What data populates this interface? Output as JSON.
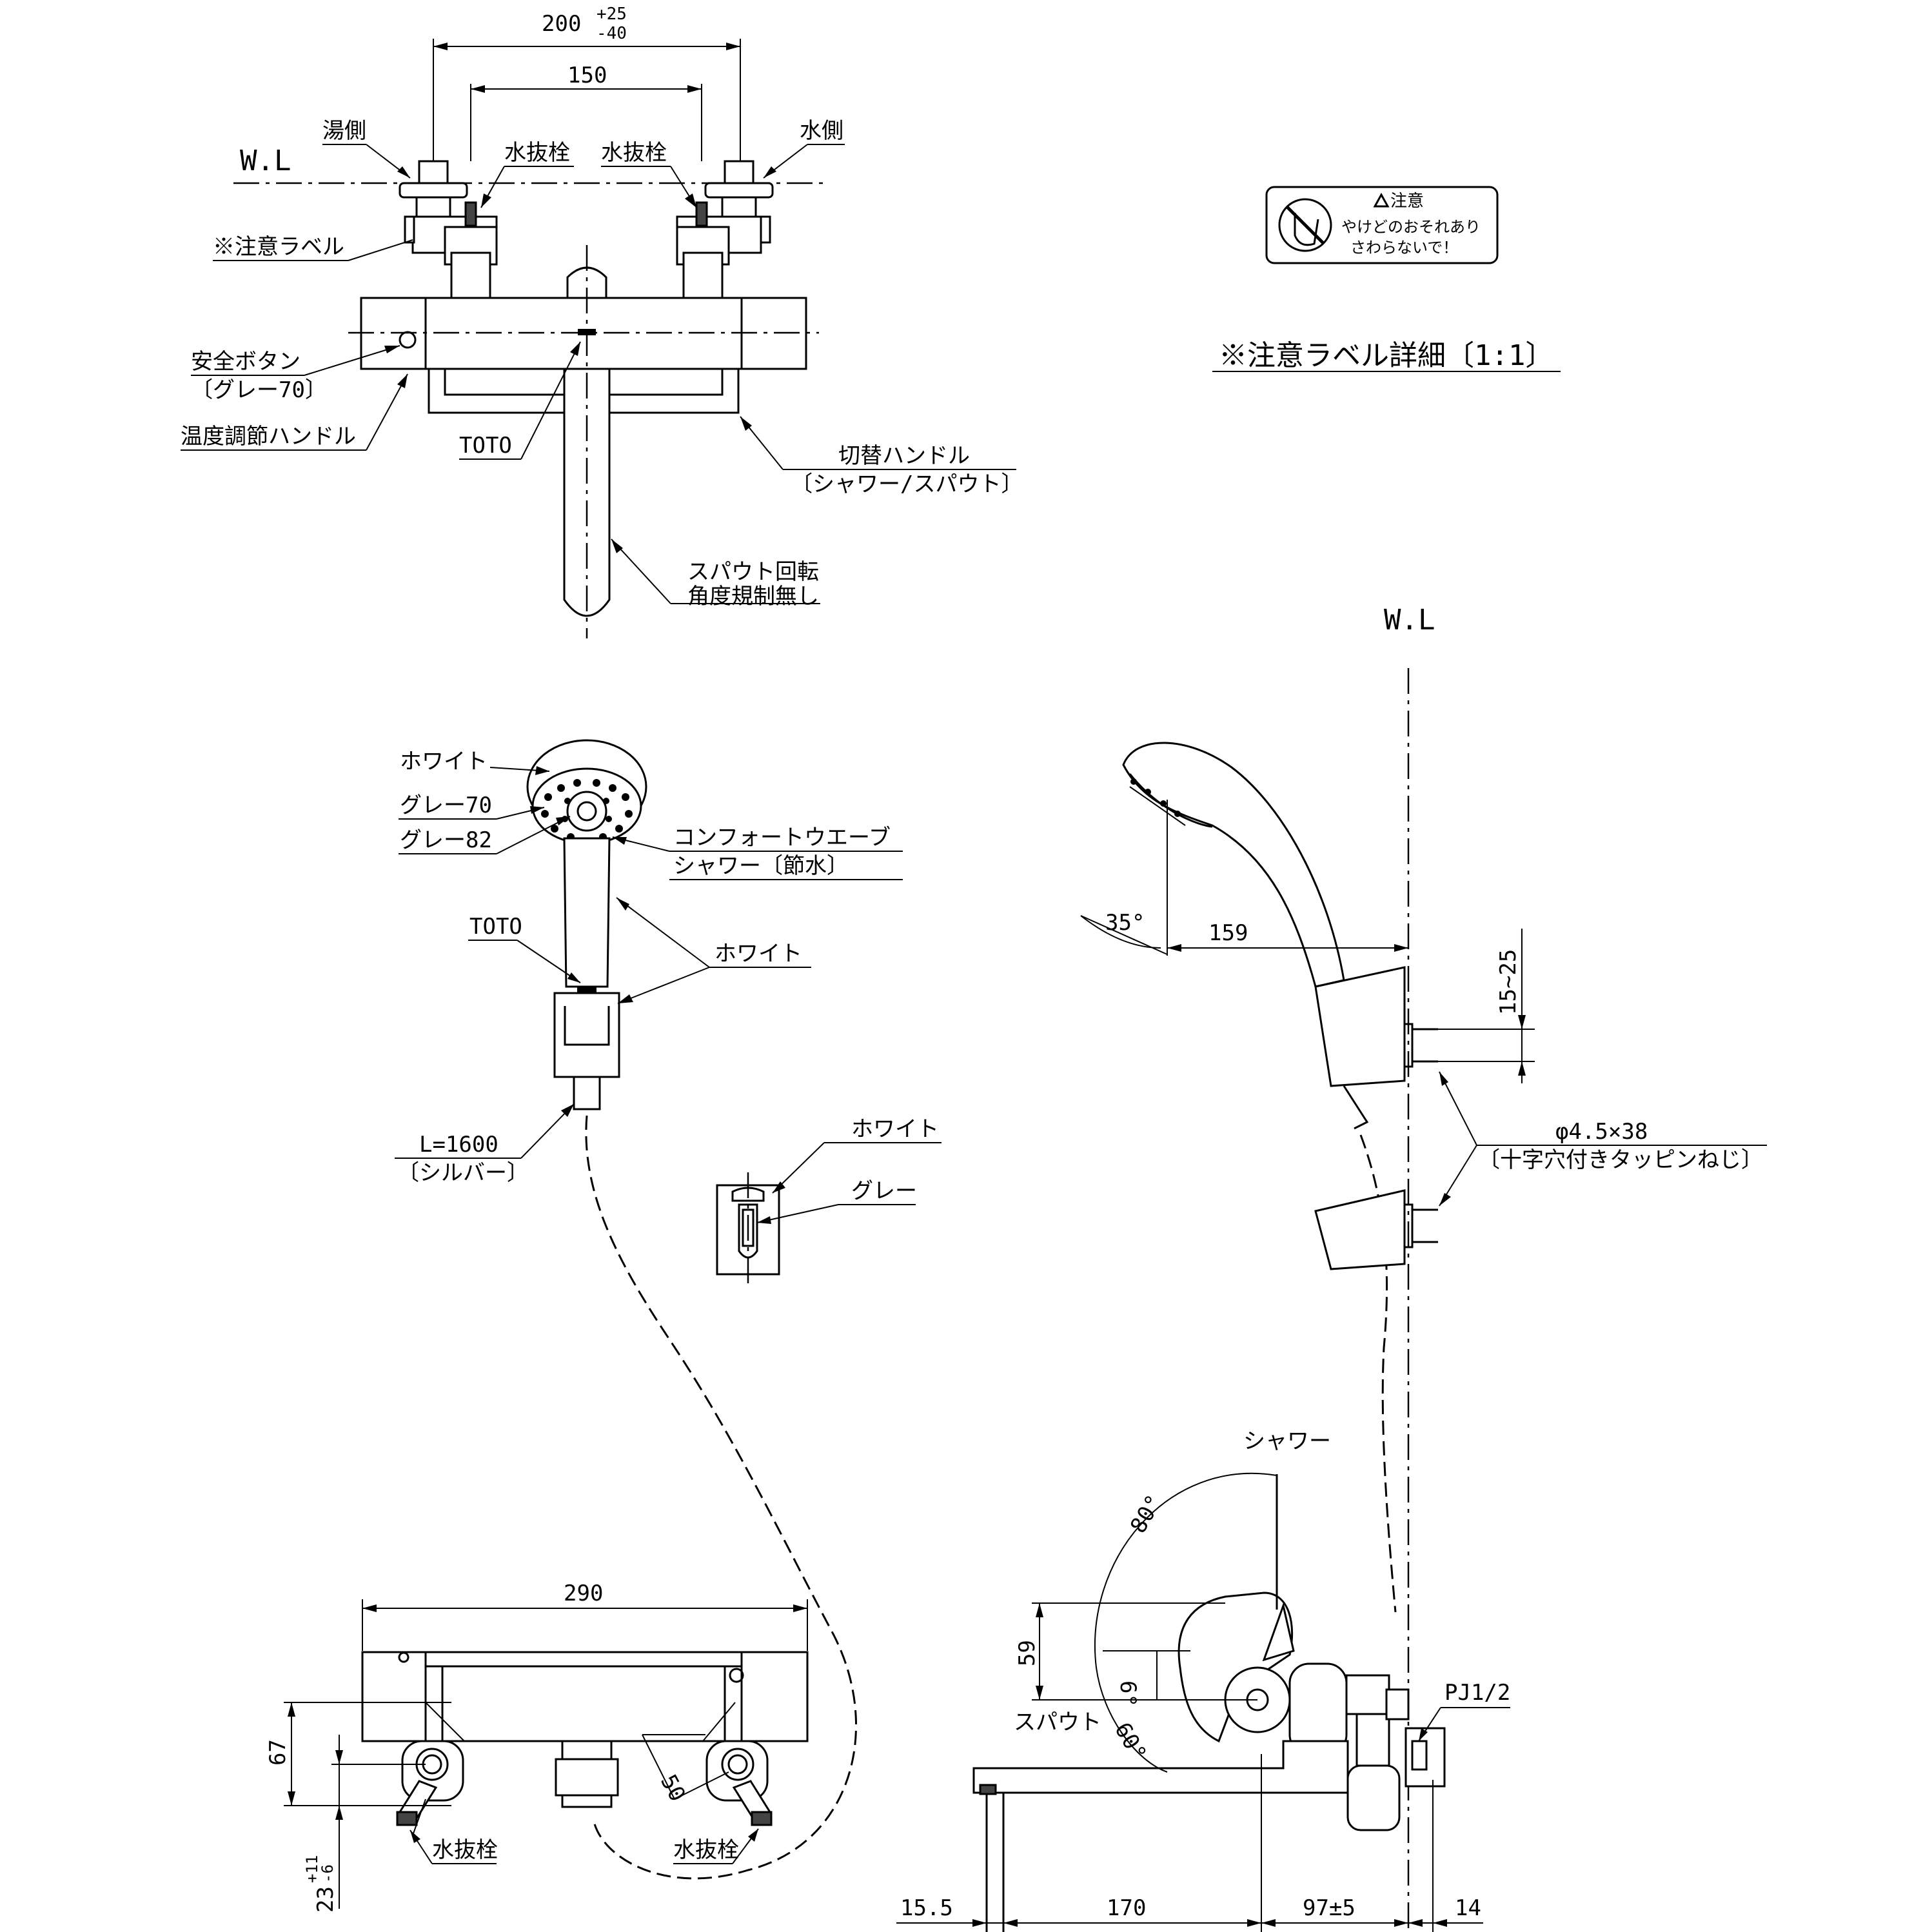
{
  "dims": {
    "top_width": "200",
    "top_tol_plus": "+25",
    "top_tol_minus": "-40",
    "inner": "150",
    "bottom_width": "290",
    "height_67": "67",
    "nut_50": "50",
    "height_23": "23",
    "height_23_plus": "+11",
    "height_23_minus": "-6",
    "d_15_5": "15.5",
    "d_170": "170",
    "d_97": "97±5",
    "d_14": "14",
    "d_159": "159",
    "d_59": "59",
    "d_15_25": "15~25",
    "angle_35": "35°",
    "angle_80": "80°",
    "angle_6": "6°",
    "angle_60": "60°"
  },
  "labels": {
    "wl": "W.L",
    "hot_side": "湯側",
    "cold_side": "水側",
    "drain_plug": "水抜栓",
    "caution_label": "※注意ラベル",
    "safety_button_1": "安全ボタン",
    "safety_button_2": "〔グレー70〕",
    "temp_handle": "温度調節ハンドル",
    "toto": "TOTO",
    "switch_handle_1": "切替ハンドル",
    "switch_handle_2": "〔シャワー/スパウト〕",
    "spout_rot_1": "スパウト回転",
    "spout_rot_2": "角度規制無し",
    "label_detail": "※注意ラベル詳細〔1:1〕",
    "white": "ホワイト",
    "gray70": "グレー70",
    "gray82": "グレー82",
    "comfort_1": "コンフォートウエーブ",
    "comfort_2": "シャワー〔節水〕",
    "hose_1": "L=1600",
    "hose_2": "〔シルバー〕",
    "gray": "グレー",
    "screw_1": "φ4.5×38",
    "screw_2": "〔十字穴付きタッピンねじ〕",
    "shower": "シャワー",
    "spout": "スパウト",
    "pj": "PJ1/2"
  },
  "caution": {
    "title": "注意",
    "line1": "やけどのおそれあり",
    "line2": "さわらないで！"
  }
}
